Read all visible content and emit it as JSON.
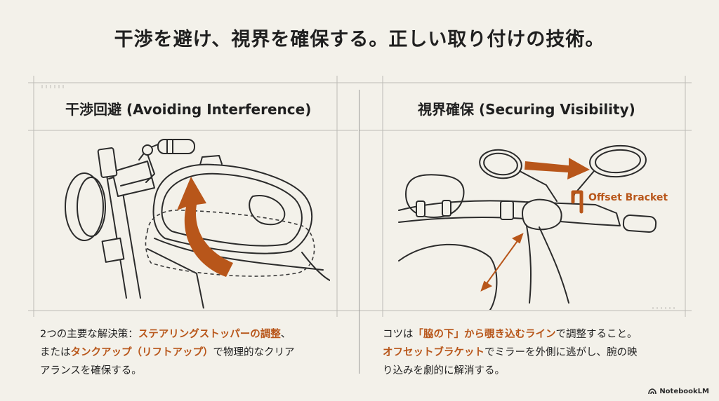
{
  "title": "干渉を避け、視界を確保する。正しい取り付けの技術。",
  "left_panel": {
    "title": "干渉回避 (Avoiding Interference)",
    "caption": {
      "line1_prefix": "2つの主要な解決策：",
      "line1_highlight": "ステアリングストッパーの調整",
      "line1_suffix": "、",
      "line2_prefix": "または",
      "line2_highlight": "タンクアップ（リフトアップ）",
      "line2_suffix": "で物理的なクリア",
      "line3": "アランスを確保する。"
    }
  },
  "right_panel": {
    "title": "視界確保 (Securing Visibility)",
    "bracket_label": "Offset Bracket",
    "caption": {
      "line1_prefix": "コツは",
      "line1_highlight": "「脇の下」から覗き込むライン",
      "line1_suffix": "で調整すること。",
      "line2_highlight": "オフセットブラケット",
      "line2_suffix": "でミラーを外側に逃がし、腕の映",
      "line3": "り込みを劇的に解消する。"
    }
  },
  "brand": "NotebookLM",
  "colors": {
    "accent": "#b8561a",
    "background": "#f3f1ea",
    "ink": "#1f1f1f"
  }
}
